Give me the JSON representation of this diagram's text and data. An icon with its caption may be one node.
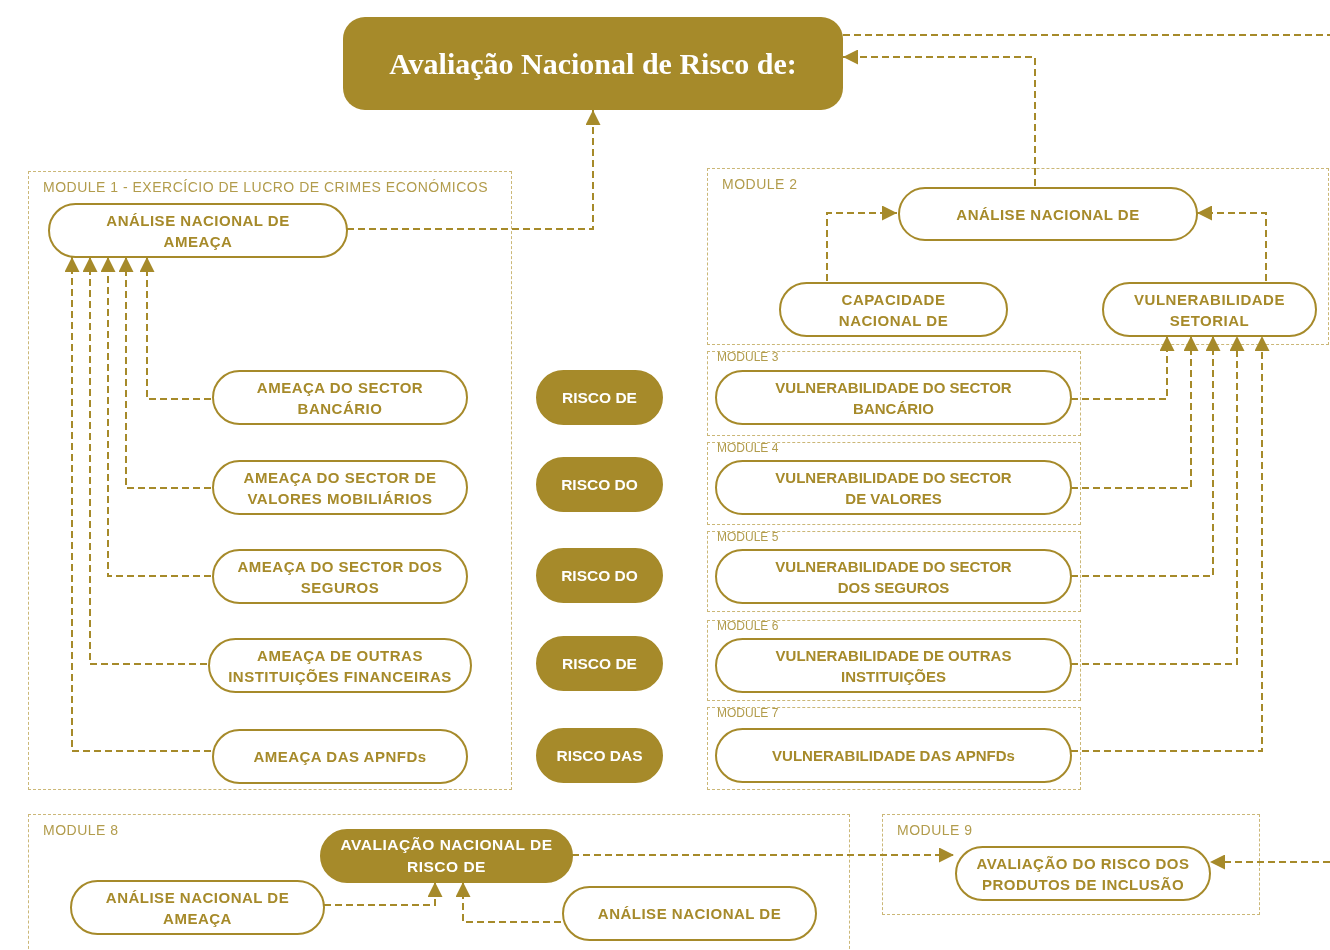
{
  "diagram": {
    "nodes": [
      {
        "text": [
          "Avaliação Nacional de Risco de:"
        ]
      },
      {
        "text": [
          "MODULE 1 - EXERCÍCIO DE LUCRO DE CRIMES ECONÓMICOS"
        ]
      },
      {
        "text": [
          "ANÁLISE NACIONAL DE AMEAÇA"
        ],
        "in": 1
      },
      {
        "text": [
          "AMEAÇA DO SECTOR BANCÁRIO"
        ],
        "in": 1
      },
      {
        "text": [
          "AMEAÇA DO SECTOR DE VALORES MOBILIÁRIOS"
        ],
        "in": 1
      },
      {
        "text": [
          "AMEAÇA DO SECTOR DOS SEGUROS"
        ],
        "in": 1
      },
      {
        "text": [
          "AMEAÇA DE OUTRAS INSTITUIÇÕES FINANCEIRAS"
        ],
        "in": 1
      },
      {
        "text": [
          "AMEAÇA DAS APNFDs"
        ],
        "in": 1
      },
      {
        "text": [
          "RISCO DE"
        ]
      },
      {
        "text": [
          "RISCO DO"
        ]
      },
      {
        "text": [
          "RISCO DO"
        ]
      },
      {
        "text": [
          "RISCO DE"
        ]
      },
      {
        "text": [
          "RISCO DAS"
        ]
      },
      {
        "text": [
          "MODULE 2"
        ]
      },
      {
        "text": [
          "ANÁLISE NACIONAL DE"
        ],
        "in": 13
      },
      {
        "text": [
          "CAPACIDADE NACIONAL DE"
        ],
        "in": 13
      },
      {
        "text": [
          "VULNERABILIDADE SETORIAL"
        ],
        "in": 13
      },
      {
        "text": [
          "MODULE 3"
        ]
      },
      {
        "text": [
          "VULNERABILIDADE DO SECTOR BANCÁRIO"
        ],
        "in": 17
      },
      {
        "text": [
          "MODULE 4"
        ]
      },
      {
        "text": [
          "VULNERABILIDADE DO SECTOR DE VALORES"
        ],
        "in": 19
      },
      {
        "text": [
          "MODULE 5"
        ]
      },
      {
        "text": [
          "VULNERABILIDADE DO SECTOR DOS SEGUROS"
        ],
        "in": 21
      },
      {
        "text": [
          "MODULE 6"
        ]
      },
      {
        "text": [
          "VULNERABILIDADE DE OUTRAS INSTITUIÇÕES"
        ],
        "in": 23
      },
      {
        "text": [
          "MODULE 7"
        ]
      },
      {
        "text": [
          "VULNERABILIDADE DAS APNFDs"
        ],
        "in": 25
      },
      {
        "text": [
          "MODULE 8"
        ]
      },
      {
        "text": [
          "AVALIAÇÃO NACIONAL DE RISCO DE"
        ],
        "in": 27
      },
      {
        "text": [
          "ANÁLISE NACIONAL DE AMEAÇA"
        ],
        "in": 27
      },
      {
        "text": [
          "ANÁLISE NACIONAL DE"
        ],
        "in": 27
      },
      {
        "text": [
          "MODULE 9"
        ]
      },
      {
        "text": [
          "AVALIAÇÃO DO RISCO DOS PRODUTOS DE INCLUSÃO"
        ],
        "in": 31
      }
    ],
    "edges": [
      {
        "from": 2,
        "to": 0,
        "arrow": "to"
      },
      {
        "from": 14,
        "to": 0,
        "arrow": "to"
      },
      {
        "from": 0,
        "to": null,
        "arrow": "none"
      },
      {
        "from": 15,
        "to": 14,
        "arrow": "to"
      },
      {
        "from": 16,
        "to": 14,
        "arrow": "to"
      },
      {
        "from": 3,
        "to": 2,
        "arrow": "to"
      },
      {
        "from": 4,
        "to": 2,
        "arrow": "to"
      },
      {
        "from": 5,
        "to": 2,
        "arrow": "to"
      },
      {
        "from": 6,
        "to": 2,
        "arrow": "to"
      },
      {
        "from": 7,
        "to": 2,
        "arrow": "to"
      },
      {
        "from": 18,
        "to": 16,
        "arrow": "to"
      },
      {
        "from": 20,
        "to": 16,
        "arrow": "to"
      },
      {
        "from": 22,
        "to": 16,
        "arrow": "to"
      },
      {
        "from": 24,
        "to": 16,
        "arrow": "to"
      },
      {
        "from": 26,
        "to": 16,
        "arrow": "to"
      },
      {
        "from": 29,
        "to": 28,
        "arrow": "to"
      },
      {
        "from": 30,
        "to": 28,
        "arrow": "to"
      },
      {
        "from": 28,
        "to": 32,
        "arrow": "to"
      },
      {
        "from": null,
        "to": 32,
        "arrow": "to"
      }
    ]
  }
}
